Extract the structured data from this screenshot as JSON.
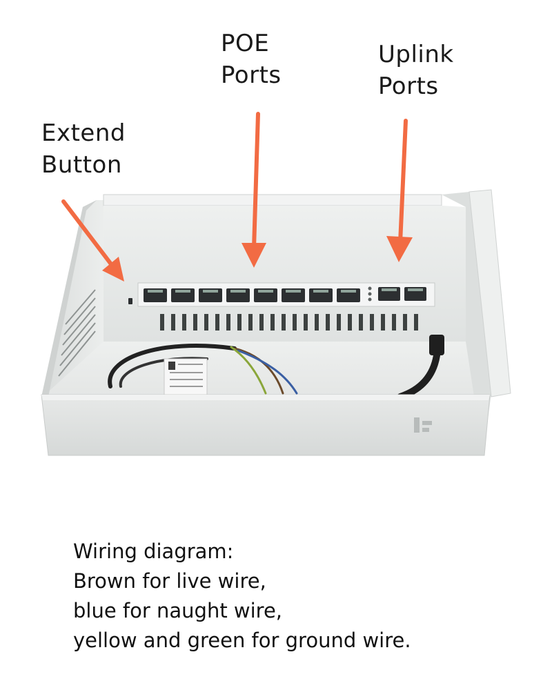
{
  "labels": {
    "extend": [
      "Extend",
      "Button"
    ],
    "poe": [
      "POE",
      "Ports"
    ],
    "uplink": [
      "Uplink",
      "Ports"
    ]
  },
  "wiring": {
    "title": "Wiring diagram:",
    "lines": [
      "Brown for live wire,",
      "blue for naught wire,",
      "yellow and green for ground wire."
    ]
  },
  "colors": {
    "arrow": "#f26b43",
    "enclosure": "#e9ebea",
    "port": "#2c2f31"
  },
  "device": {
    "poe_port_count": 8,
    "uplink_port_count": 2
  }
}
